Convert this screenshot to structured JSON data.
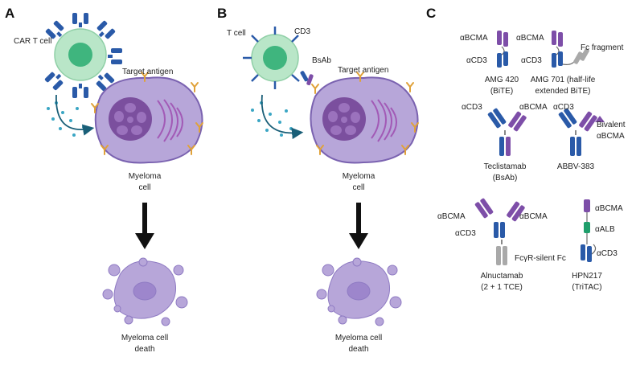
{
  "colors": {
    "tcell": "#b9e6c8",
    "tcell_nucleus": "#3fb57e",
    "myeloma": "#b7a6d9",
    "myeloma_outline": "#7a62b0",
    "nucleus": "#7b4f9e",
    "cd3_blue": "#2a5aa8",
    "bcma_purple": "#7d4ea8",
    "alb_green": "#1f9e6b",
    "fc_gray": "#a9a9a9",
    "antigen": "#e0a23a",
    "dots": "#3aa6c4",
    "arrow": "#1a5f78"
  },
  "panel_a": {
    "letter": "A",
    "car_t": "CAR T cell",
    "target": "Target antigen",
    "myeloma": [
      "Myeloma",
      "cell"
    ],
    "death": [
      "Myeloma cell",
      "death"
    ]
  },
  "panel_b": {
    "letter": "B",
    "tcell": "T cell",
    "cd3": "CD3",
    "bsab": "BsAb",
    "target": "Target antigen",
    "myeloma": [
      "Myeloma",
      "cell"
    ],
    "death": [
      "Myeloma cell",
      "death"
    ]
  },
  "panel_c": {
    "letter": "C",
    "amg420": {
      "bcma": "αBCMA",
      "cd3": "αCD3",
      "name": [
        "AMG 420",
        "(BiTE)"
      ]
    },
    "amg701": {
      "bcma": "αBCMA",
      "cd3": "αCD3",
      "fc": "Fc fragment",
      "name": [
        "AMG 701 (half-life",
        "extended BiTE)"
      ]
    },
    "teclistamab": {
      "cd3": "αCD3",
      "bcma": "αBCMA",
      "name": [
        "Teclistamab",
        "(BsAb)"
      ]
    },
    "abbv": {
      "cd3": "αCD3",
      "bivalent": [
        "Bivalent",
        "αBCMA"
      ],
      "name": "ABBV-383"
    },
    "alnuctamab": {
      "bcma_l": "αBCMA",
      "bcma_r": "αBCMA",
      "cd3": "αCD3",
      "fc": "FcγR-silent Fc",
      "name": [
        "Alnuctamab",
        "(2 + 1 TCE)"
      ]
    },
    "hpn217": {
      "bcma": "αBCMA",
      "alb": "αALB",
      "cd3": "αCD3",
      "name": [
        "HPN217",
        "(TriTAC)"
      ]
    }
  }
}
